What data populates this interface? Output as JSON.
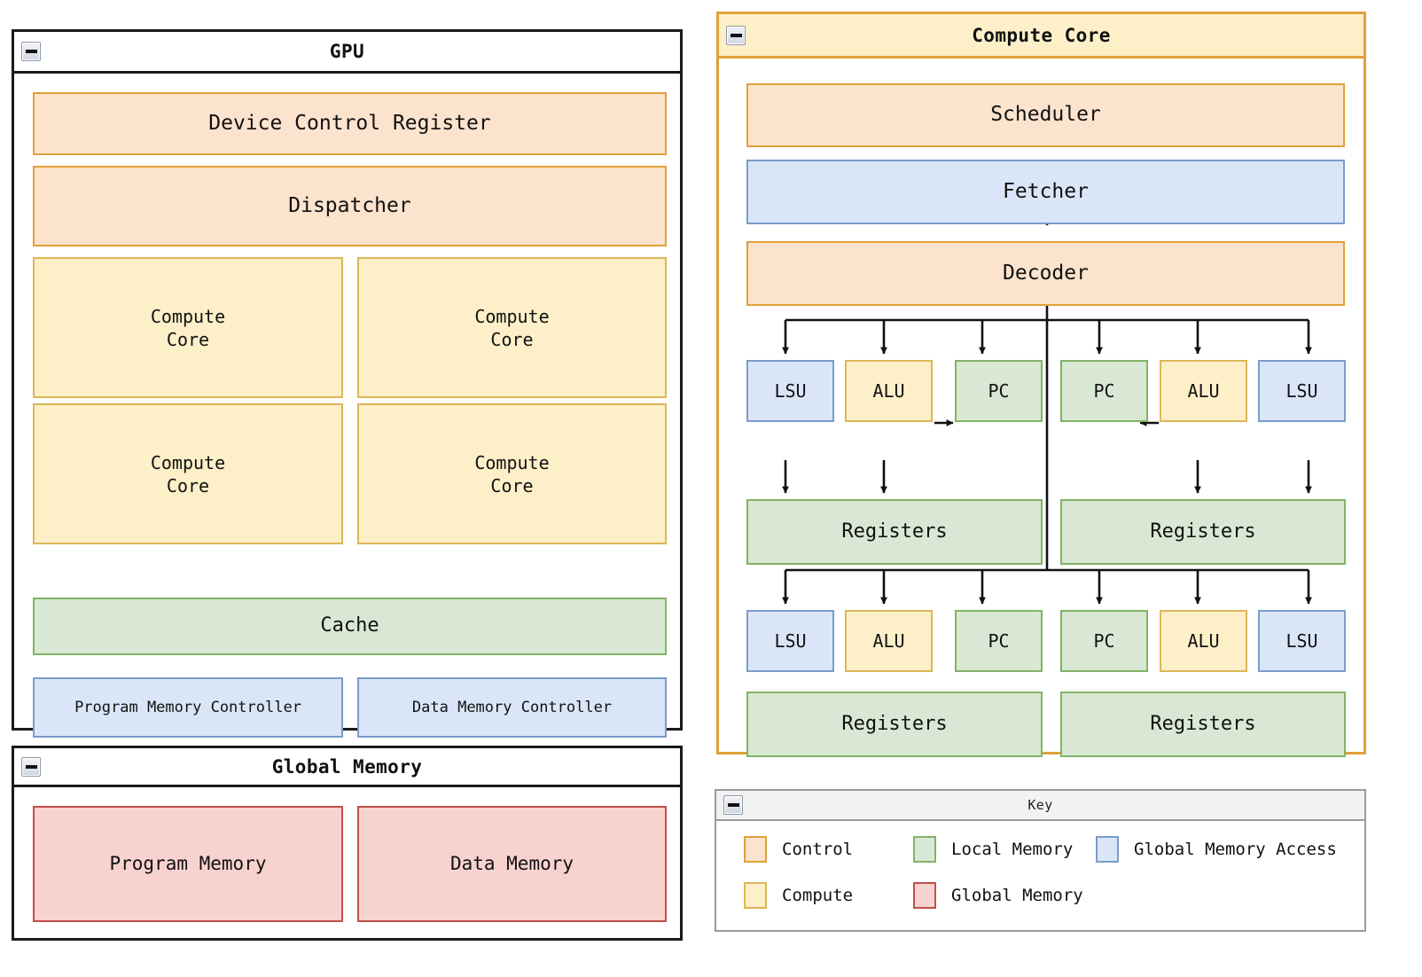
{
  "gpu": {
    "title": "GPU",
    "collapse_icon": "minus-box-icon",
    "device_control_register": "Device Control Register",
    "dispatcher": "Dispatcher",
    "compute_cores": [
      "Compute\nCore",
      "Compute\nCore",
      "Compute\nCore",
      "Compute\nCore"
    ],
    "cache": "Cache",
    "program_memory_controller": "Program Memory Controller",
    "data_memory_controller": "Data Memory Controller"
  },
  "global_memory": {
    "title": "Global Memory",
    "collapse_icon": "minus-box-icon",
    "program_memory": "Program Memory",
    "data_memory": "Data Memory"
  },
  "compute_core": {
    "title": "Compute Core",
    "collapse_icon": "minus-box-icon",
    "scheduler": "Scheduler",
    "fetcher": "Fetcher",
    "decoder": "Decoder",
    "lanes": [
      {
        "row": 1,
        "units": [
          {
            "label": "LSU",
            "kind": "gma"
          },
          {
            "label": "ALU",
            "kind": "compute"
          },
          {
            "label": "PC",
            "kind": "local"
          },
          {
            "label": "PC",
            "kind": "local"
          },
          {
            "label": "ALU",
            "kind": "compute"
          },
          {
            "label": "LSU",
            "kind": "gma"
          }
        ],
        "registers": [
          "Registers",
          "Registers"
        ]
      },
      {
        "row": 2,
        "units": [
          {
            "label": "LSU",
            "kind": "gma"
          },
          {
            "label": "ALU",
            "kind": "compute"
          },
          {
            "label": "PC",
            "kind": "local"
          },
          {
            "label": "PC",
            "kind": "local"
          },
          {
            "label": "ALU",
            "kind": "compute"
          },
          {
            "label": "LSU",
            "kind": "gma"
          }
        ],
        "registers": [
          "Registers",
          "Registers"
        ]
      }
    ]
  },
  "key": {
    "title": "Key",
    "collapse_icon": "minus-box-icon",
    "items": [
      {
        "label": "Control",
        "fill": "#fce3cd",
        "stroke": "#e1a03a"
      },
      {
        "label": "Local Memory",
        "fill": "#d9e8d4",
        "stroke": "#81b366"
      },
      {
        "label": "Global Memory Access",
        "fill": "#dae6f8",
        "stroke": "#7b9ccc"
      },
      {
        "label": "Compute",
        "fill": "#fdf0c9",
        "stroke": "#dcb758"
      },
      {
        "label": "Global Memory",
        "fill": "#f8d2cf",
        "stroke": "#c0504a"
      }
    ]
  },
  "colors": {
    "control_fill": "#fce3cd",
    "control_stroke": "#e1a03a",
    "compute_fill": "#fdf0c9",
    "compute_stroke": "#dcb758",
    "local_fill": "#d9e8d4",
    "local_stroke": "#81b366",
    "global_fill": "#f8d2cf",
    "global_stroke": "#c0504a",
    "gma_fill": "#dae6f8",
    "gma_stroke": "#7b9ccc",
    "wire": "#111111"
  }
}
